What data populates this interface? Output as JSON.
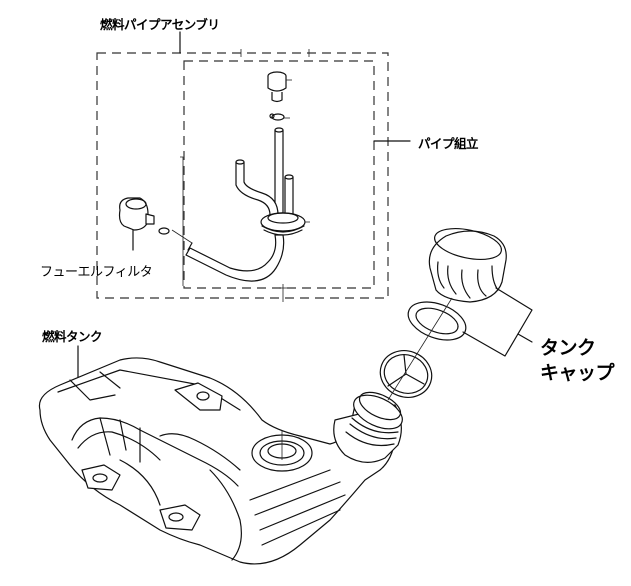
{
  "diagram": {
    "labels": {
      "fuel_pipe_assembly": "燃料パイプアセンブリ",
      "pipe_assembly": "パイプ組立",
      "fuel_filter": "フューエルフィルタ",
      "fuel_tank": "燃料タンク",
      "tank_cap_line1": "タンク",
      "tank_cap_line2": "キャップ"
    },
    "colors": {
      "line": "#111111",
      "background": "#ffffff"
    }
  }
}
